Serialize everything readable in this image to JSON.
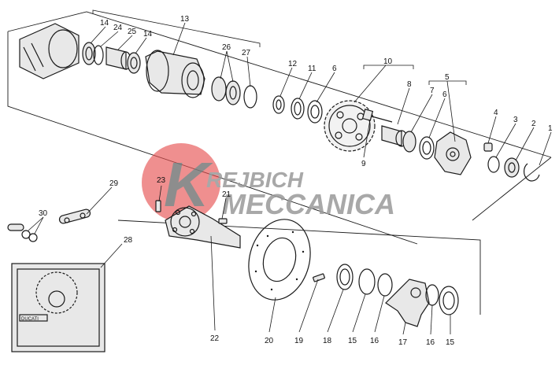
{
  "watermark": {
    "line1": "REJBICH",
    "line2": "MECCANICA",
    "logo_letter": "K",
    "color_text": "#9a9a9a",
    "color_circle": "#e55050"
  },
  "callouts": {
    "p1": "1",
    "p2": "2",
    "p3": "3",
    "p4": "4",
    "p5": "5",
    "p6a": "6",
    "p6b": "6",
    "p7": "7",
    "p8": "8",
    "p9": "9",
    "p10": "10",
    "p11": "11",
    "p12": "12",
    "p13": "13",
    "p14a": "14",
    "p14b": "14",
    "p15a": "15",
    "p15b": "15",
    "p16a": "16",
    "p16b": "16",
    "p17": "17",
    "p18": "18",
    "p19": "19",
    "p20": "20",
    "p21": "21",
    "p22": "22",
    "p23": "23",
    "p24": "24",
    "p25": "25",
    "p26": "26",
    "p27": "27",
    "p28": "28",
    "p29": "29",
    "p30": "30"
  },
  "cover_plate": {
    "logo_text": "DUCATI"
  }
}
